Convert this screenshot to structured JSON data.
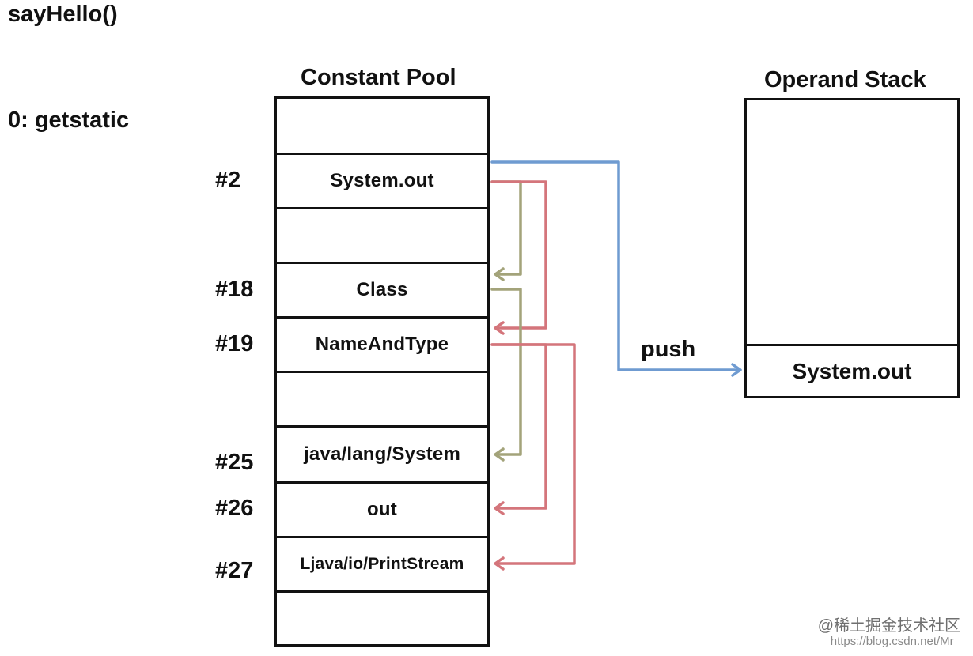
{
  "method": "sayHello()",
  "instruction": "0: getstatic",
  "constant_pool": {
    "title": "Constant Pool",
    "rows": [
      {
        "index": "",
        "text": ""
      },
      {
        "index": "#2",
        "text": "System.out"
      },
      {
        "index": "",
        "text": ""
      },
      {
        "index": "#18",
        "text": "Class"
      },
      {
        "index": "#19",
        "text": "NameAndType"
      },
      {
        "index": "",
        "text": ""
      },
      {
        "index": "#25",
        "text": "java/lang/System"
      },
      {
        "index": "#26",
        "text": "out"
      },
      {
        "index": "#27",
        "text": "Ljava/io/PrintStream"
      },
      {
        "index": "",
        "text": ""
      }
    ]
  },
  "operand_stack": {
    "title": "Operand Stack",
    "top_value": "System.out"
  },
  "push_label": "push",
  "colors": {
    "push_arrow": "#6f9bd1",
    "class_refs": "#a3a37a",
    "nameandtype_refs": "#d4757b"
  },
  "watermark": {
    "brand": "@稀土掘金技术社区",
    "url": "https://blog.csdn.net/Mr_"
  }
}
